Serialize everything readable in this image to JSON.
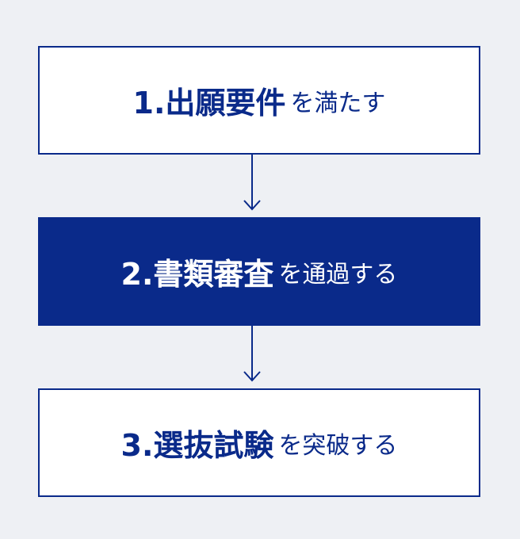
{
  "steps": [
    {
      "strong": "1.出願要件",
      "light": "を満たす",
      "style": "light"
    },
    {
      "strong": "2.書類審査",
      "light": "を通過する",
      "style": "dark"
    },
    {
      "strong": "3.選抜試験",
      "light": "を突破する",
      "style": "light"
    }
  ],
  "colors": {
    "background": "#eef0f4",
    "accent": "#0a2a8a",
    "box_light": "#ffffff"
  }
}
